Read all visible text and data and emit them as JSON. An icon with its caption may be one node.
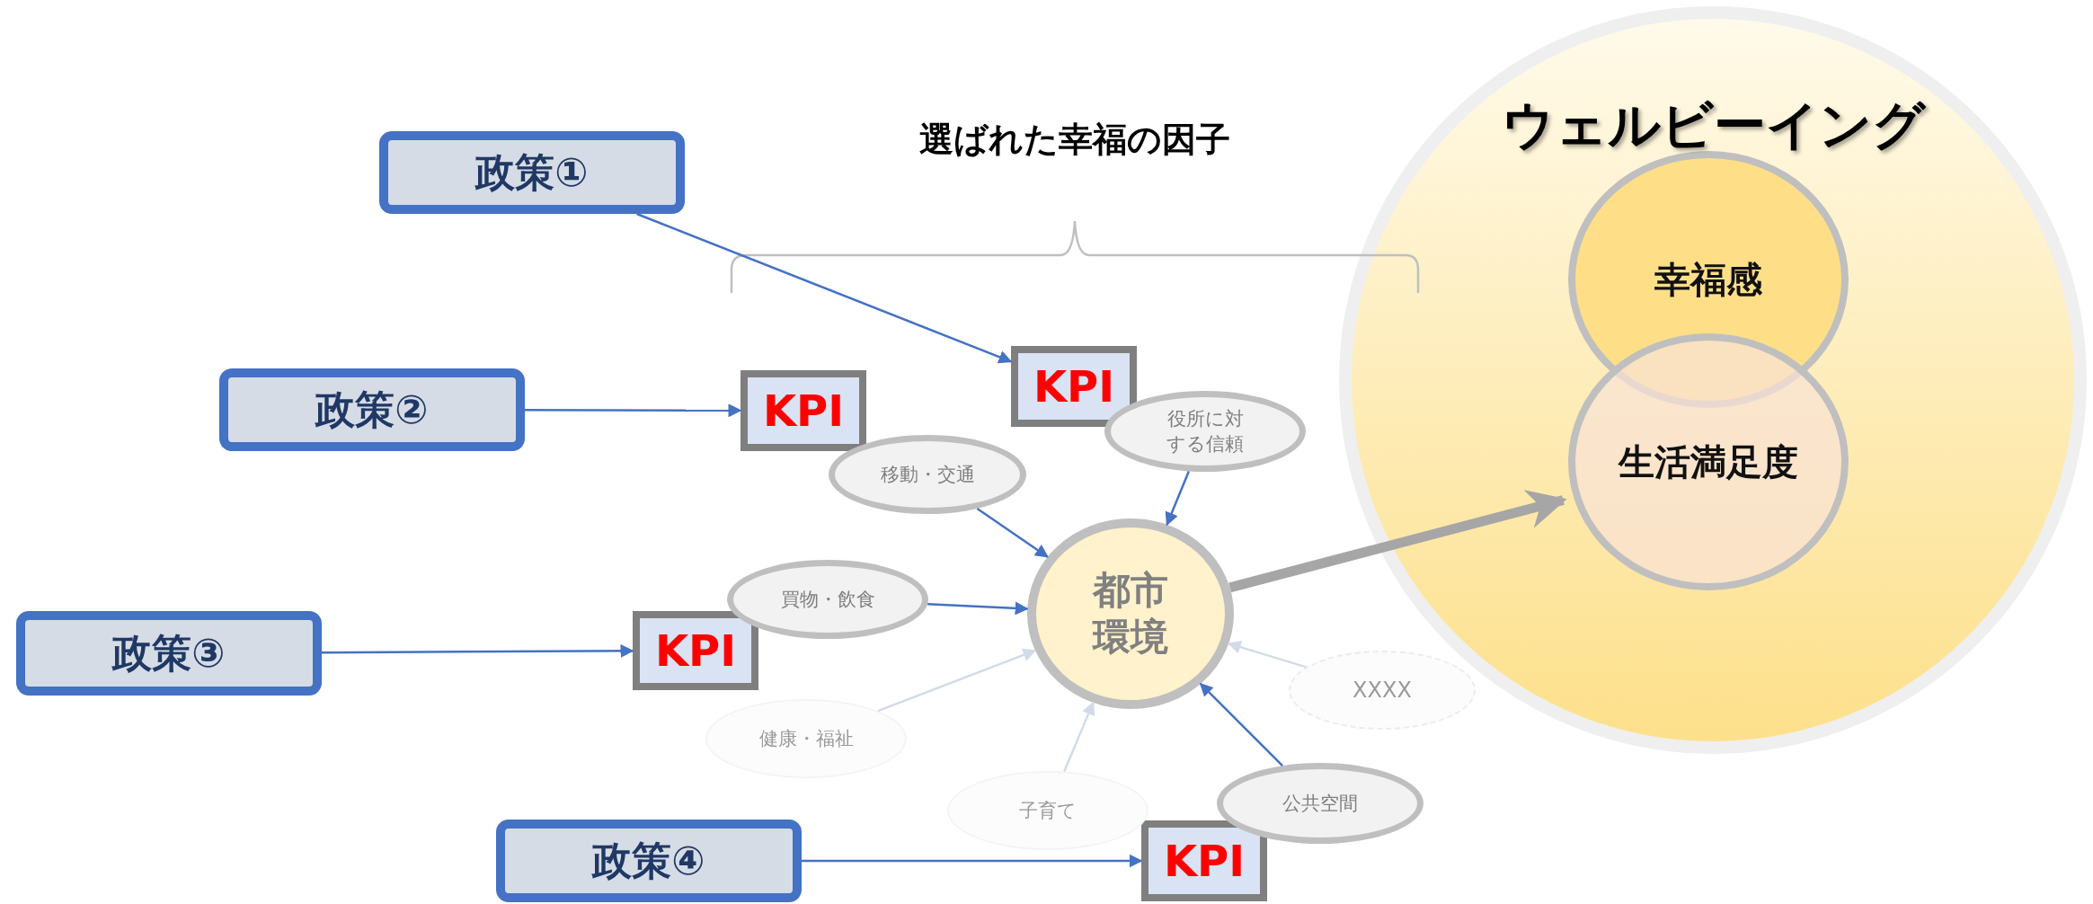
{
  "diagram": {
    "nodes": [
      {
        "text": [
          "政策①"
        ]
      },
      {
        "text": [
          "政策②"
        ]
      },
      {
        "text": [
          "政策③"
        ]
      },
      {
        "text": [
          "政策④"
        ]
      },
      {
        "text": [
          "KPI"
        ]
      },
      {
        "text": [
          "KPI"
        ]
      },
      {
        "text": [
          "KPI"
        ]
      },
      {
        "text": [
          "KPI"
        ]
      },
      {
        "text": [
          "役所に対する信頼"
        ]
      },
      {
        "text": [
          "移動・交通"
        ]
      },
      {
        "text": [
          "買物・飲食"
        ]
      },
      {
        "text": [
          "健康・福祉"
        ]
      },
      {
        "text": [
          "子育て"
        ]
      },
      {
        "text": [
          "公共空間"
        ]
      },
      {
        "text": [
          "XXXX"
        ]
      },
      {
        "text": [
          "都市環境"
        ]
      },
      {
        "text": [
          "ウェルビーイング"
        ]
      },
      {
        "text": [
          "幸福感"
        ],
        "in": 16
      },
      {
        "text": [
          "生活満足度"
        ],
        "in": 16
      }
    ],
    "edges": [
      {
        "from": 0,
        "to": 4,
        "arrow": "to"
      },
      {
        "from": 1,
        "to": 5,
        "arrow": "to"
      },
      {
        "from": 2,
        "to": 6,
        "arrow": "to"
      },
      {
        "from": 3,
        "to": 7,
        "arrow": "to"
      },
      {
        "from": 9,
        "to": 15,
        "arrow": "to"
      },
      {
        "from": 8,
        "to": 15,
        "arrow": "to"
      },
      {
        "from": 10,
        "to": 15,
        "arrow": "to"
      },
      {
        "from": 11,
        "to": 15,
        "arrow": "to",
        "color": "#d3dbe9"
      },
      {
        "from": 12,
        "to": 15,
        "arrow": "to",
        "color": "#d3dbe9"
      },
      {
        "from": 14,
        "to": 15,
        "arrow": "to",
        "color": "#d3dbe9"
      },
      {
        "from": 13,
        "to": 15,
        "arrow": "to"
      },
      {
        "from": 15,
        "to": 18,
        "arrow": "to",
        "style": "thick",
        "color": "#a6a6a6"
      }
    ],
    "labels": [
      "選ばれた幸福の因子"
    ]
  }
}
